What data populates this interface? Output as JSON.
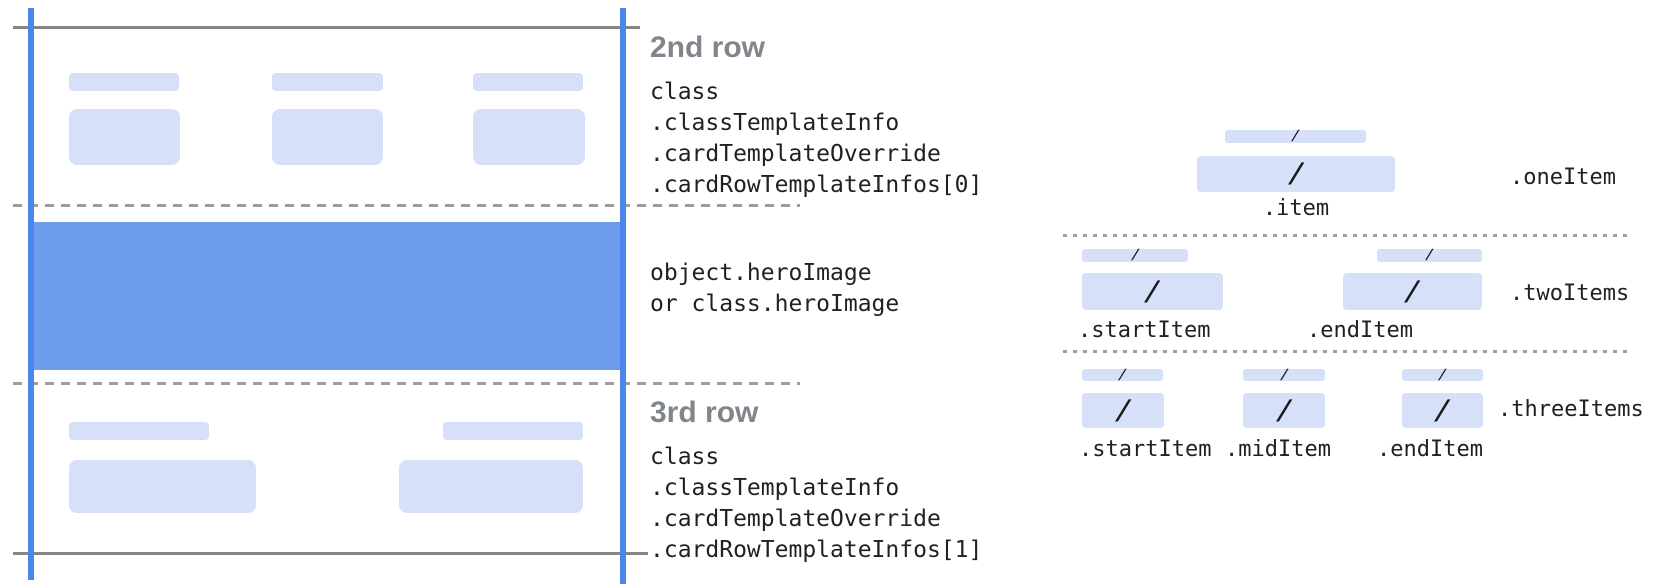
{
  "card": {
    "row2": {
      "title": "2nd row",
      "path_lines": [
        "class",
        ".classTemplateInfo",
        ".cardTemplateOverride",
        ".cardRowTemplateInfos[0]"
      ]
    },
    "hero": {
      "path_lines": [
        "object.heroImage",
        "or class.heroImage"
      ]
    },
    "row3": {
      "title": "3rd row",
      "path_lines": [
        "class",
        ".classTemplateInfo",
        ".cardTemplateOverride",
        ".cardRowTemplateInfos[1]"
      ]
    }
  },
  "templates": {
    "slash": "/",
    "one_item": {
      "row_label": ".oneItem",
      "item_label": ".item"
    },
    "two_items": {
      "row_label": ".twoItems",
      "start_label": ".startItem",
      "end_label": ".endItem"
    },
    "three_items": {
      "row_label": ".threeItems",
      "start_label": ".startItem",
      "mid_label": ".midItem",
      "end_label": ".endItem"
    }
  },
  "colors": {
    "edge_line_blue": "#4c86ec",
    "hero_band_blue": "#6d9cec",
    "placeholder_blue": "#d6e0f8",
    "solid_line_gray": "#868686",
    "dashed_line_gray": "#9e9e9e",
    "heading_gray": "#80868b",
    "code_text": "#202124"
  }
}
